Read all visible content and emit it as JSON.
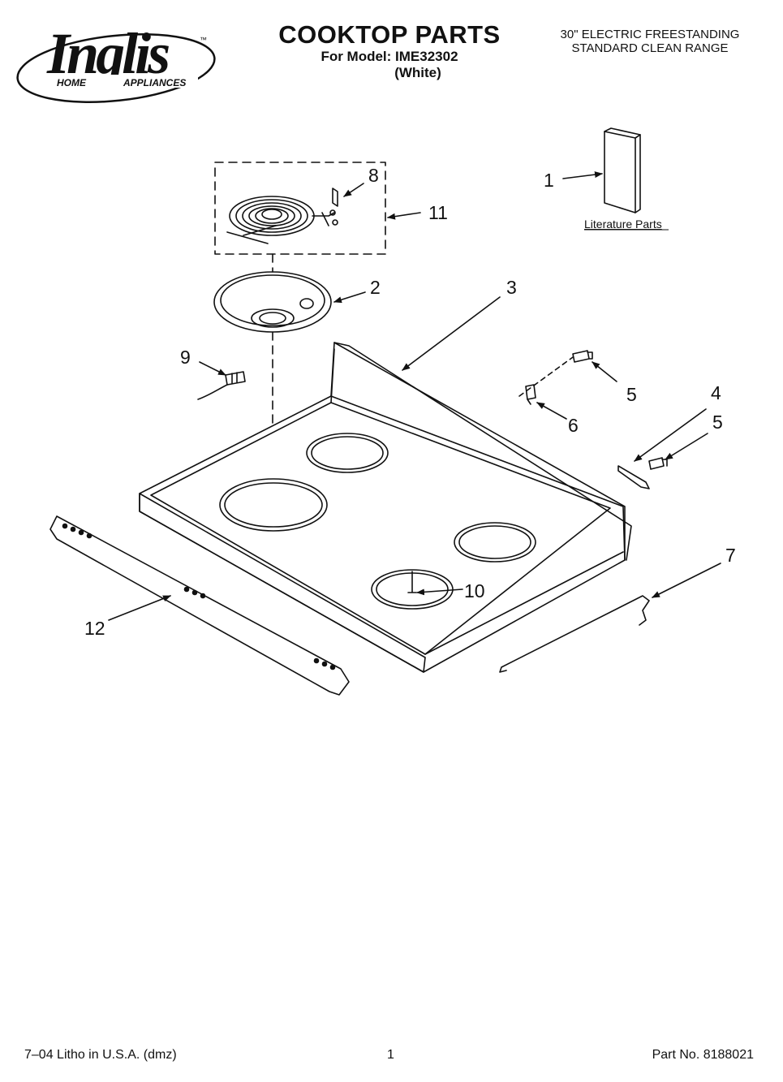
{
  "header": {
    "logo_text": "Inglis",
    "logo_tagline_left": "HOME",
    "logo_tagline_right": "APPLIANCES",
    "logo_trademark": "™",
    "title": "COOKTOP PARTS",
    "model_line": "For Model: IME32302",
    "color_line": "(White)",
    "subtitle_line1": "30\" ELECTRIC FREESTANDING",
    "subtitle_line2": "STANDARD CLEAN RANGE"
  },
  "diagram": {
    "literature_label": "Literature Parts",
    "callouts": [
      "1",
      "2",
      "3",
      "4",
      "5",
      "5",
      "6",
      "7",
      "8",
      "9",
      "10",
      "11",
      "12"
    ]
  },
  "footer": {
    "left": "7–04 Litho in U.S.A. (dmz)",
    "center": "1",
    "right": "Part No. 8188021"
  }
}
